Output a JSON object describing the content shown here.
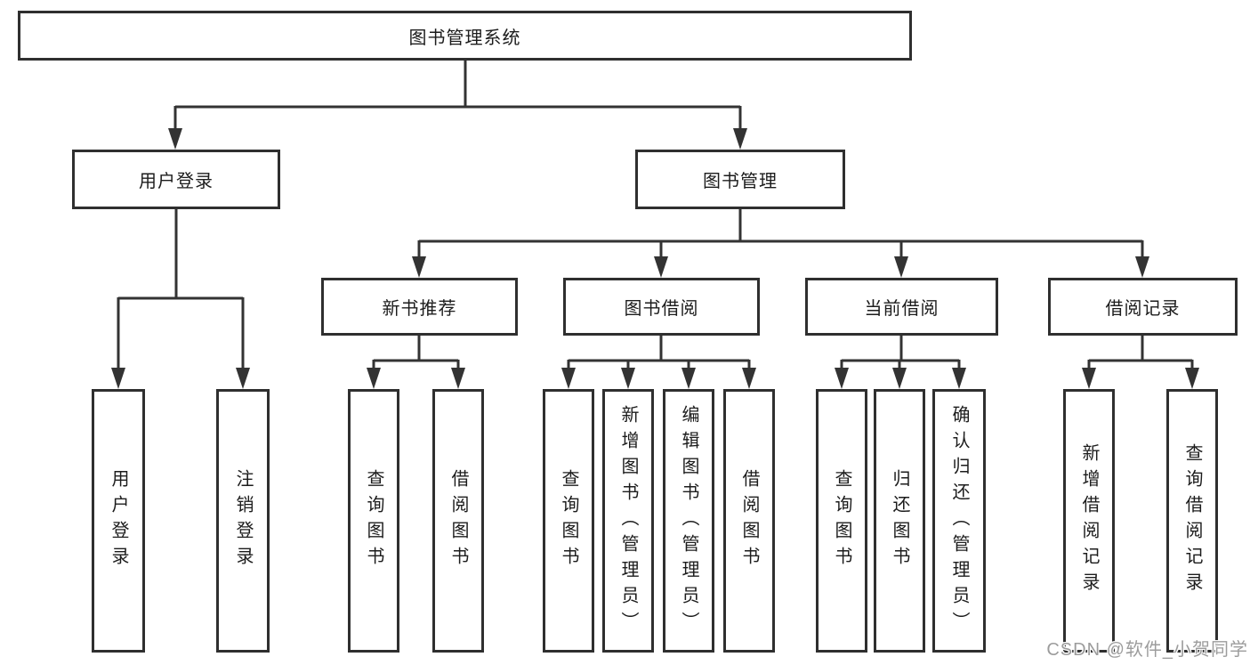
{
  "diagram": {
    "root": {
      "label": "图书管理系统"
    },
    "level2": [
      {
        "label": "用户登录"
      },
      {
        "label": "图书管理"
      }
    ],
    "level3": [
      {
        "label": "新书推荐"
      },
      {
        "label": "图书借阅"
      },
      {
        "label": "当前借阅"
      },
      {
        "label": "借阅记录"
      }
    ],
    "leaves": {
      "user_login": [
        "用户登录",
        "注销登录"
      ],
      "new_book_recommend": [
        "查询图书",
        "借阅图书"
      ],
      "book_borrow": [
        "查询图书",
        "新增图书（管理员）",
        "编辑图书（管理员）",
        "借阅图书"
      ],
      "current_borrow": [
        "查询图书",
        "归还图书",
        "确认归还（管理员）"
      ],
      "borrow_records": [
        "新增借阅记录",
        "查询借阅记录"
      ]
    }
  },
  "watermark": {
    "text": "CSDN @软件_小贺同学"
  },
  "colors": {
    "line": "#333333",
    "box_border": "#2f2f2f",
    "text": "#1c1c1c",
    "watermark_text": "#9c9c9c",
    "background": "#ffffff"
  }
}
